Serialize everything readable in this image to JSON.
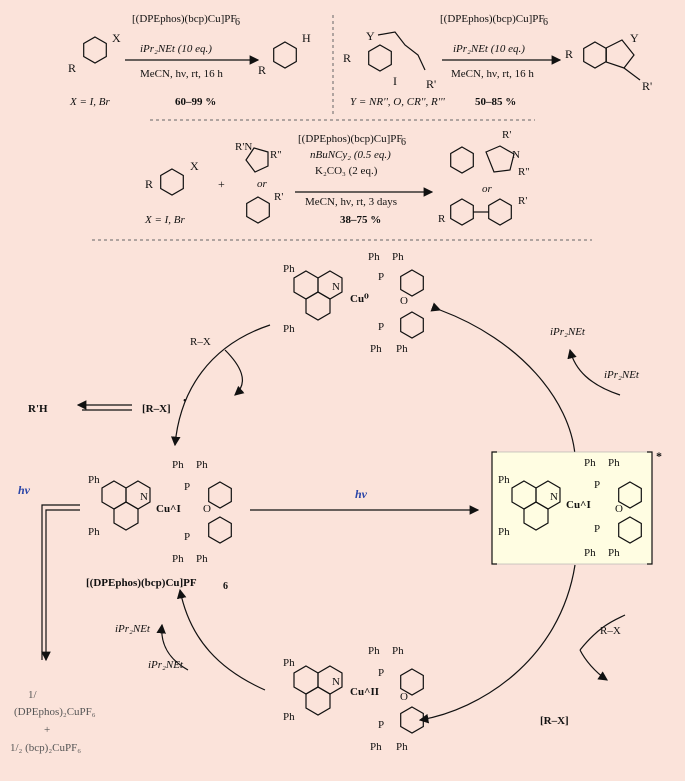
{
  "top": {
    "r1": {
      "substrate_R": "R",
      "substrate_X": "X",
      "conditions_catalyst": "[(DPEphos)(bcp)Cu]PF",
      "conditions_catalyst_sub": "6",
      "conditions_base": "iPr₂NEt (10 eq.)",
      "conditions_solvent": "MeCN, hν, rt, 16 h",
      "product_R": "R",
      "product_H": "H",
      "x_def": "X = I, Br",
      "yield": "60–99 %"
    },
    "r2": {
      "substrate_R": "R",
      "substrate_Y": "Y",
      "substrate_I": "I",
      "substrate_Rp": "R'",
      "conditions_catalyst": "[(DPEphos)(bcp)Cu]PF",
      "conditions_catalyst_sub": "6",
      "conditions_base": "iPr₂NEt (10 eq.)",
      "conditions_solvent": "MeCN, hν, rt, 16 h",
      "product_R": "R",
      "product_Y": "Y",
      "product_Rp": "R'",
      "y_def": "Y = NR'', O, CR'', R'''",
      "yield": "50–85 %"
    },
    "r3": {
      "substrate_R": "R",
      "substrate_X": "X",
      "plus": "+",
      "pyrrole_Rp": "R'N",
      "pyrrole_Rpp": "R''",
      "or1": "or",
      "benzene_Rp": "R'",
      "conditions_catalyst": "[(DPEphos)(bcp)Cu]PF",
      "conditions_catalyst_sub": "6",
      "conditions_base": "nBuNCy₂ (0.5 eq.)",
      "conditions_k2co3": "K₂CO₃ (2 eq.)",
      "conditions_solvent": "MeCN, hν, rt, 3 days",
      "x_def": "X = I, Br",
      "yield": "38–75 %",
      "prod1_Rp": "R'",
      "prod1_N": "N",
      "prod1_Rpp": "R''",
      "or2": "or",
      "prod2_R": "R",
      "prod2_Rp": "R'"
    }
  },
  "cycle": {
    "cu0_label": "Cu⁰",
    "cu1_label": "Cu^I",
    "cu1_excited_label": "Cu^I",
    "cu2_label": "Cu^II",
    "catalyst_name": "[(DPEphos)(bcp)Cu]PF",
    "catalyst_name_sub": "6",
    "hv_center": "hν",
    "hv_left": "hν",
    "excited_star": "*",
    "rx_in_top": "R–X",
    "rh_product": "R'H",
    "radical_anion_top": "[R–X]",
    "amine_top_right_out": "iPr₂NEt",
    "amine_top_right_in": "iPr₂NEt",
    "amine_left_out": "iPr₂NEt",
    "amine_left_in": "iPr₂NEt",
    "rx_in_right": "R–X",
    "radical_anion_right": "[R–X]",
    "decomp_1": "1/",
    "decomp_2": "(DPEphos)₂CuPF₆",
    "decomp_plus": "+",
    "decomp_3": "1/₂ (bcp)₂CuPF₆",
    "ph": "Ph",
    "P": "P",
    "N": "N",
    "O": "O"
  }
}
